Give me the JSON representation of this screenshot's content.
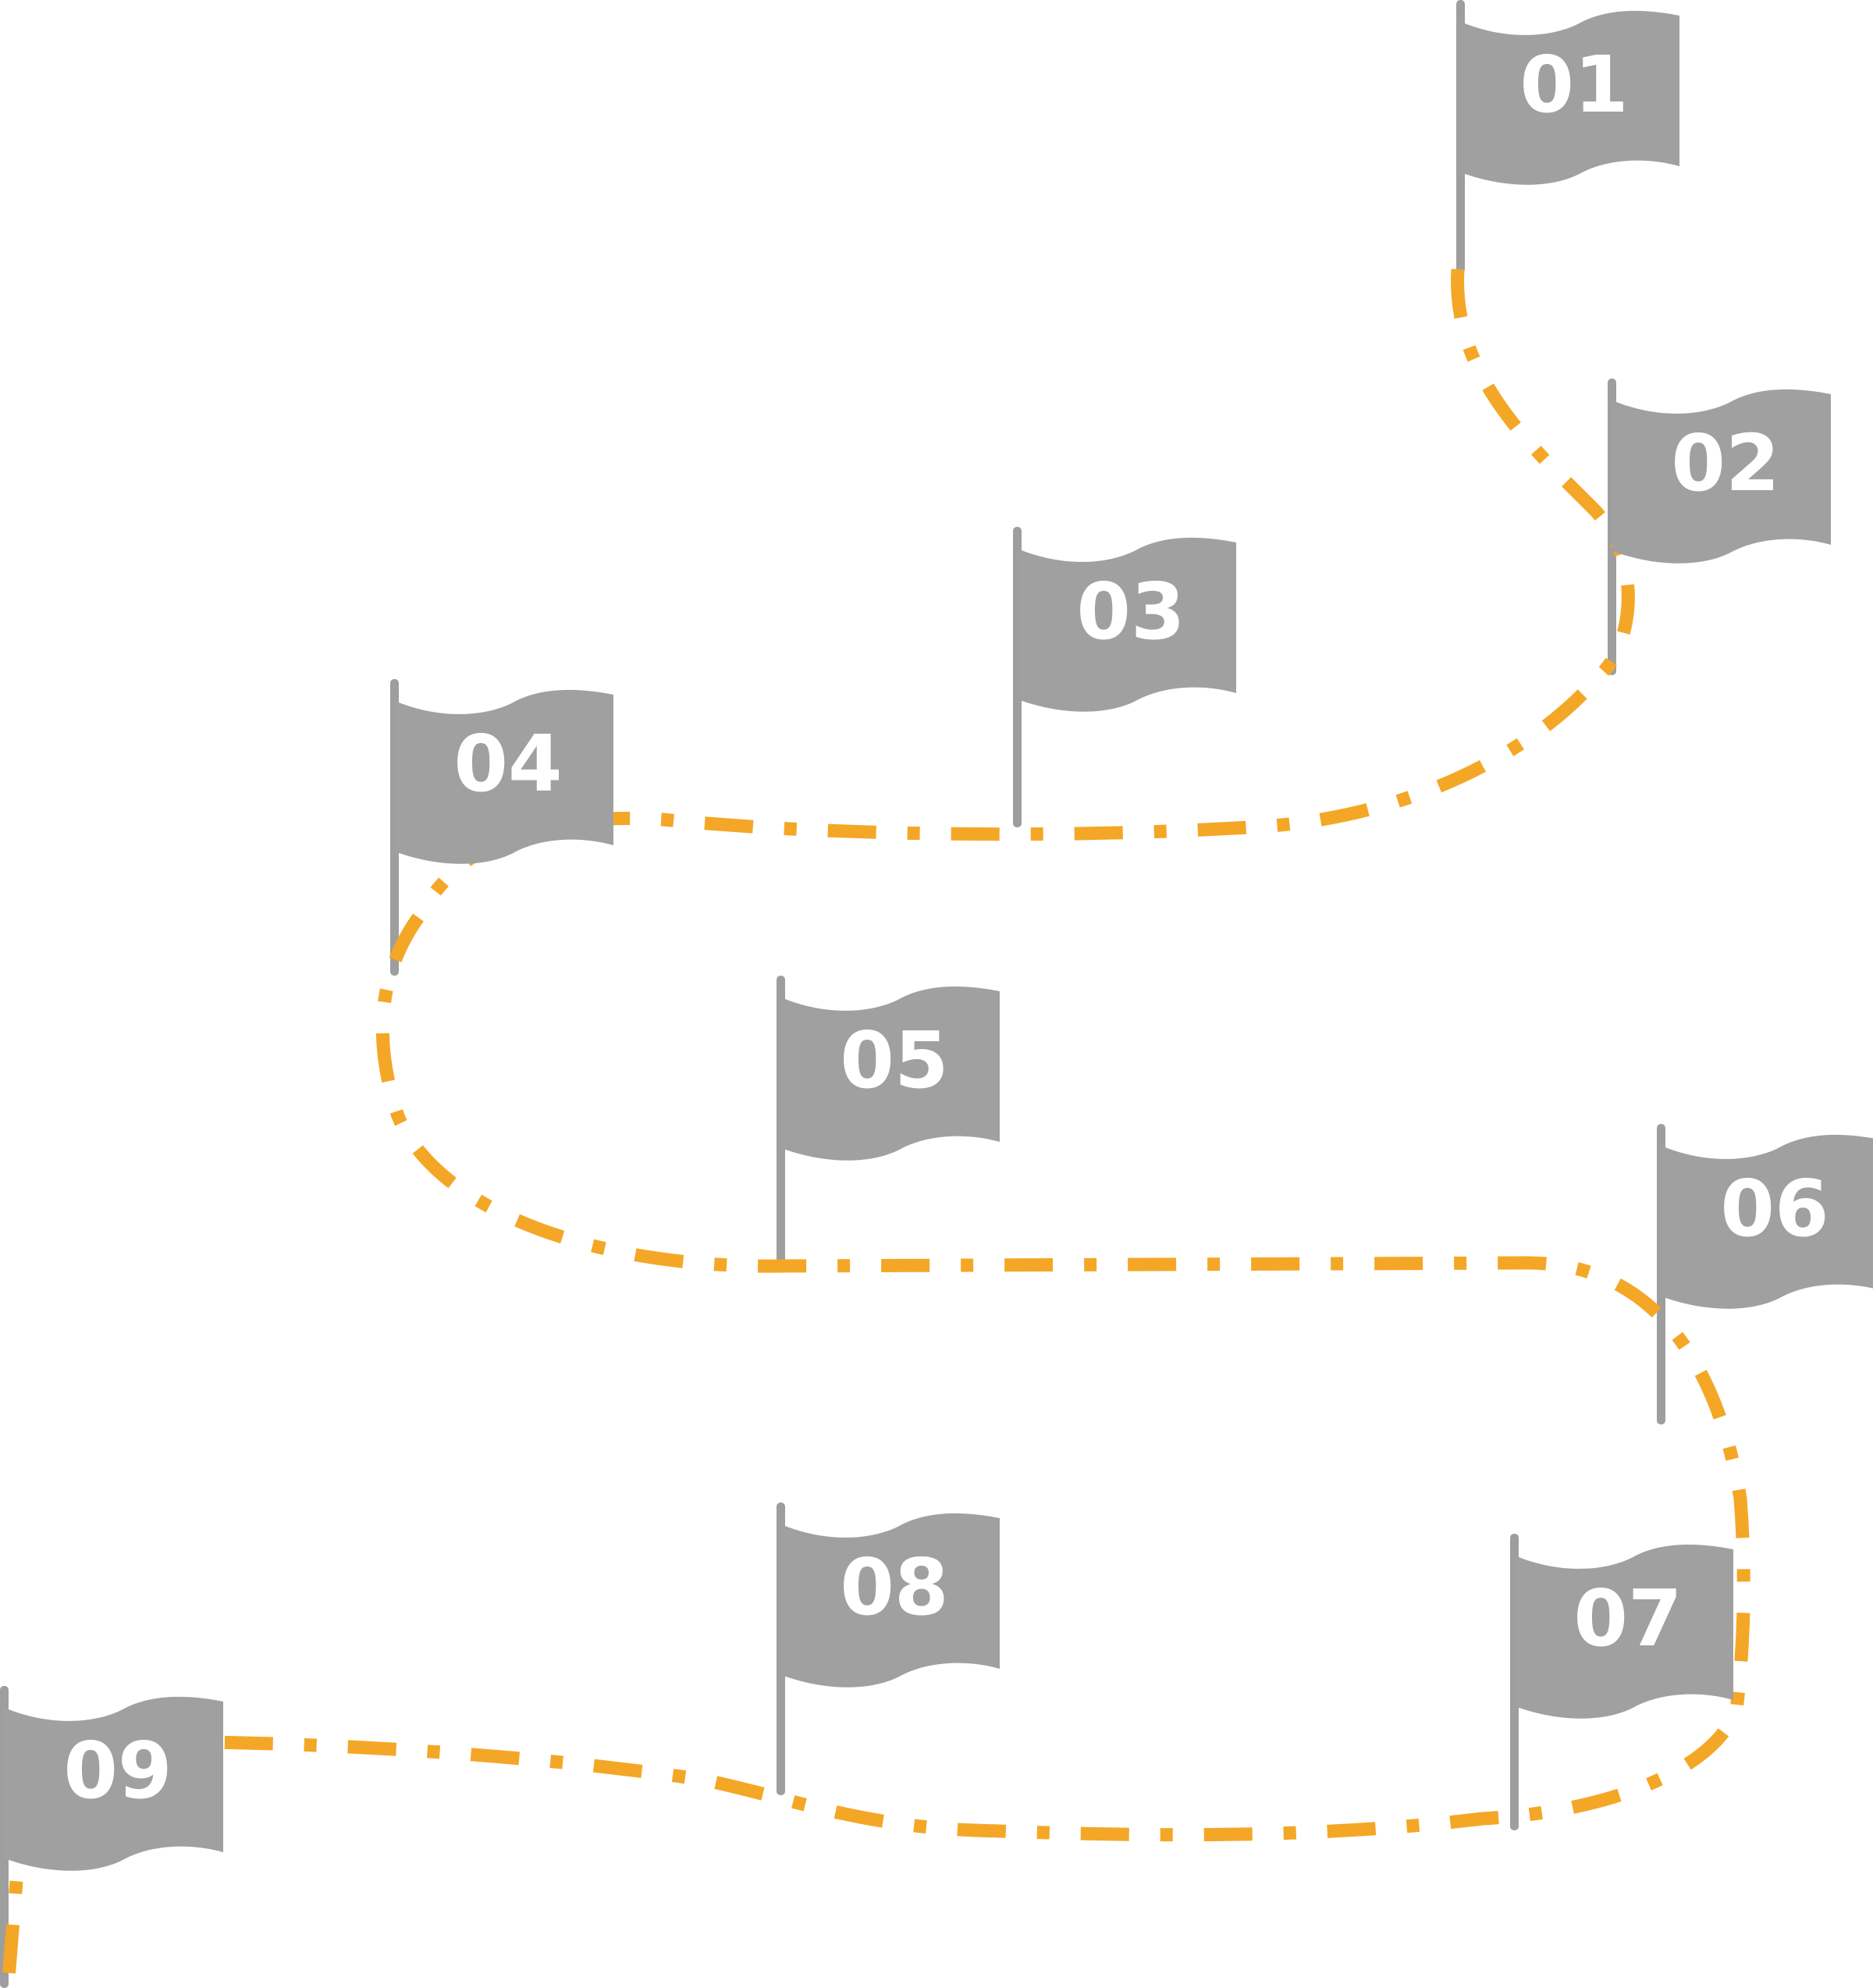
{
  "colors": {
    "flag": "#a0a0a0",
    "pole": "#9e9e9e",
    "path": "#f4a726",
    "label": "#ffffff",
    "background": "#ffffff"
  },
  "icons": {
    "flag": "flag-icon"
  },
  "flags": [
    {
      "id": "flag-01",
      "label": "01"
    },
    {
      "id": "flag-02",
      "label": "02"
    },
    {
      "id": "flag-03",
      "label": "03"
    },
    {
      "id": "flag-04",
      "label": "04"
    },
    {
      "id": "flag-05",
      "label": "05"
    },
    {
      "id": "flag-06",
      "label": "06"
    },
    {
      "id": "flag-07",
      "label": "07"
    },
    {
      "id": "flag-08",
      "label": "08"
    },
    {
      "id": "flag-09",
      "label": "09"
    }
  ]
}
